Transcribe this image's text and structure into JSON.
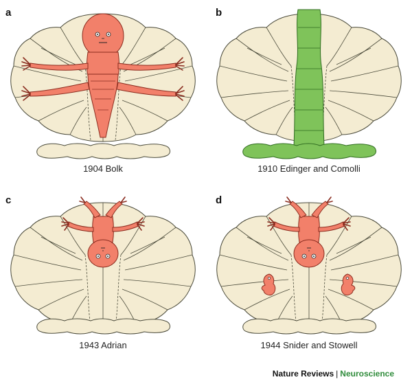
{
  "colors": {
    "cerebellum_fill": "#f4ecd2",
    "cerebellum_stroke": "#4a4a3a",
    "homunculus_fill": "#f2806a",
    "homunculus_stroke": "#8a2c1f",
    "strip_fill": "#7fc35a",
    "strip_stroke": "#2f6b20",
    "journal_accent": "#2e8b3a"
  },
  "panels": [
    {
      "letter": "a",
      "caption": "1904 Bolk"
    },
    {
      "letter": "b",
      "caption": "1910 Edinger and Comolli"
    },
    {
      "letter": "c",
      "caption": "1943 Adrian"
    },
    {
      "letter": "d",
      "caption": "1944 Snider and Stowell"
    }
  ],
  "footer": {
    "journal": "Nature Reviews",
    "separator": "|",
    "section": "Neuroscience"
  }
}
